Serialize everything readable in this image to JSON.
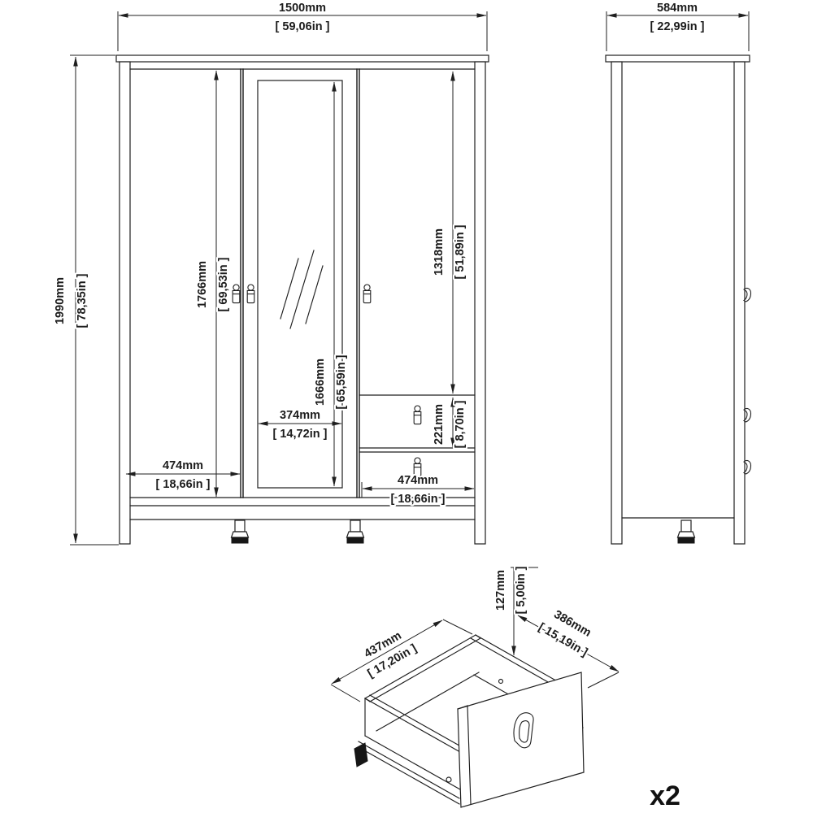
{
  "drawing": {
    "type": "furniture-technical-drawing",
    "views": {
      "front": "wardrobe-front-elevation",
      "side": "wardrobe-side-elevation",
      "drawer": "drawer-isometric-detail"
    }
  },
  "dimensions": {
    "overall_width": {
      "mm": "1500mm",
      "inch": "[ 59,06in ]"
    },
    "overall_depth": {
      "mm": "584mm",
      "inch": "[ 22,99in ]"
    },
    "overall_height": {
      "mm": "1990mm",
      "inch": "[ 78,35in ]"
    },
    "left_door_height": {
      "mm": "1766mm",
      "inch": "[ 69,53in ]"
    },
    "mirror_height": {
      "mm": "1666mm",
      "inch": "[ 65,59in ]"
    },
    "right_door_height": {
      "mm": "1318mm",
      "inch": "[ 51,89in ]"
    },
    "drawer_front_height": {
      "mm": "221mm",
      "inch": "[ 8,70in ]"
    },
    "mirror_width": {
      "mm": "374mm",
      "inch": "[ 14,72in ]"
    },
    "left_door_width": {
      "mm": "474mm",
      "inch": "[ 18,66in ]"
    },
    "right_drawer_width": {
      "mm": "474mm",
      "inch": "[ 18,66in ]"
    },
    "drawer_box_height": {
      "mm": "127mm",
      "inch": "[ 5,00in ]"
    },
    "drawer_box_width": {
      "mm": "437mm",
      "inch": "[ 17,20in ]"
    },
    "drawer_box_depth": {
      "mm": "386mm",
      "inch": "[ 15,19in ]"
    }
  },
  "labels": {
    "drawer_quantity": "x2"
  },
  "colors": {
    "line": "#1f1f1f",
    "background": "#ffffff",
    "foot_base": "#161616"
  }
}
